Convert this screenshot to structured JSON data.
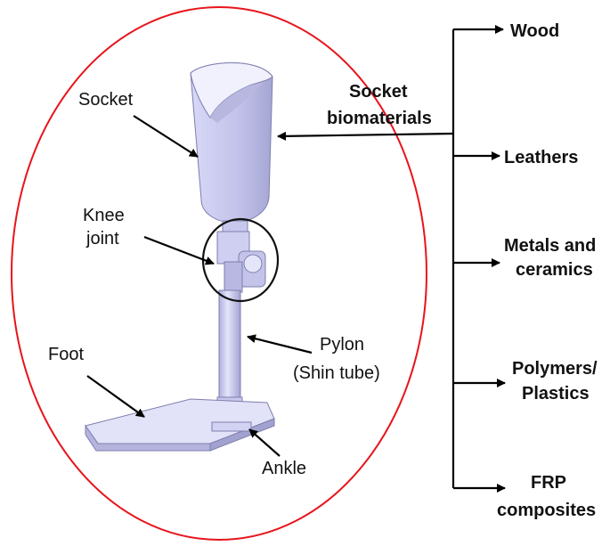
{
  "parts": {
    "socket": "Socket",
    "knee_line1": "Knee",
    "knee_line2": "joint",
    "pylon_line1": "Pylon",
    "pylon_line2": "(Shin tube)",
    "foot": "Foot",
    "ankle": "Ankle"
  },
  "heading": {
    "line1": "Socket",
    "line2": "biomaterials"
  },
  "materials": [
    {
      "line1": "Wood",
      "line2": ""
    },
    {
      "line1": "Leathers",
      "line2": ""
    },
    {
      "line1": "Metals and",
      "line2": "ceramics"
    },
    {
      "line1": "Polymers/",
      "line2": "Plastics"
    },
    {
      "line1": "FRP",
      "line2": "composites"
    }
  ],
  "colors": {
    "ellipse": "#e8141b",
    "prosthesis_fill": "#c9c9ef",
    "prosthesis_shade": "#a9a9d6"
  }
}
